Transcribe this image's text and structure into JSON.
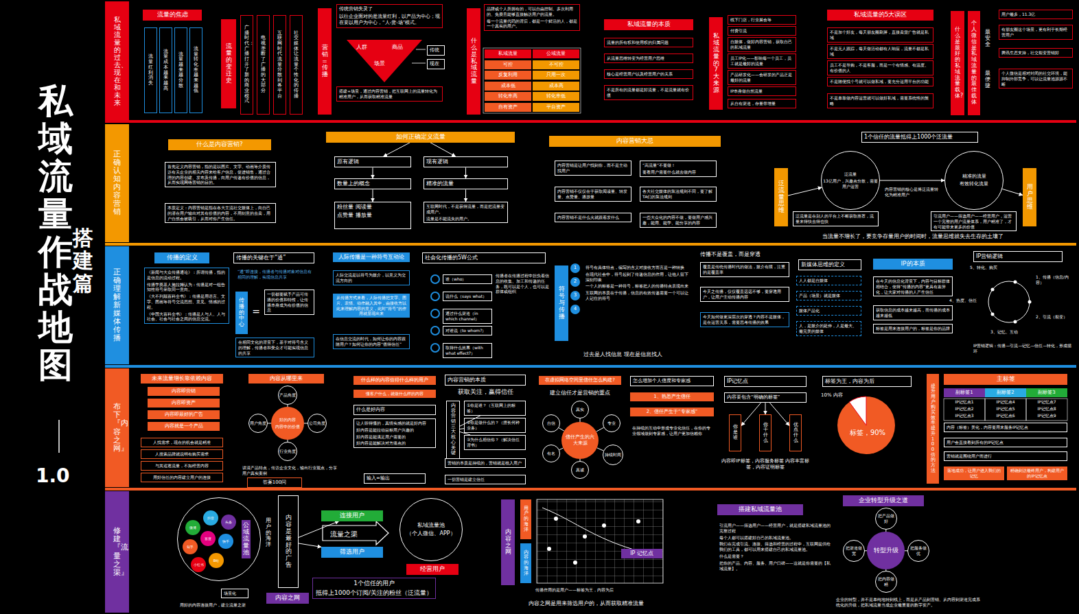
{
  "diagram": {
    "title": "私域流量作战地图",
    "nodes": [
      {
        "text": [
          "私域流量的过去、现在和未来"
        ]
      },
      {
        "text": [
          "流量的焦虑"
        ]
      },
      {
        "text": [
          "流量红利消失"
        ]
      },
      {
        "text": [
          "流量成本越来越高"
        ]
      },
      {
        "text": [
          "流量越来越分散"
        ]
      },
      {
        "text": [
          "流量转化率越来越低"
        ]
      },
      {
        "text": [
          "流量的变迁史"
        ]
      },
      {
        "text": [
          "广播时代：广播打开了新的商业模式"
        ]
      },
      {
        "text": [
          "电视垄断了广播的大部分"
        ]
      },
      {
        "text": [
          "互联网时代流量分散到各平台"
        ]
      },
      {
        "text": [
          "社交媒体让流量个性化的传播"
        ]
      },
      {
        "text": [
          "营销=传播"
        ]
      },
      {
        "text": [
          "传统营销失灵了",
          "以往企业面对的是流量红利，以产品为中心；现在要以用户为中心，“人-货-场”模式。"
        ]
      },
      {
        "text": [
          "人群",
          "商品",
          "场景"
        ]
      },
      {
        "text": [
          "传统"
        ]
      },
      {
        "text": [
          "现在"
        ]
      },
      {
        "text": [
          "搭建+场景，通过内容营销，把互联网上的流量转化为精准用户，从而获取精准流量"
        ]
      },
      {
        "text": [
          "什么是私域流量"
        ]
      },
      {
        "text": [
          "品牌或个人所拥有的，可以自由控制、多次利用的、免费且能够直接触达用户的流量。",
          "每一个流量代码的背后，都是一个鲜活的人，都是一个真实的用户。"
        ]
      },
      {
        "text": [
          "私域流量的本质"
        ]
      },
      {
        "text": [
          "流量的所有权和使用权的归属问题"
        ]
      },
      {
        "text": [
          "从流量思维转变为经营用户思维"
        ]
      },
      {
        "text": [
          "核心是经营用户以及经营用户的关系"
        ]
      },
      {
        "text": [
          "不是所有的流量都是好流量，不是流量就有价值"
        ]
      },
      {
        "text": [
          "私域流量的7大来源"
        ]
      },
      {
        "text": [
          "线下门店，行业展会等"
        ]
      },
      {
        "text": [
          "付费引流"
        ]
      },
      {
        "text": [
          "自媒体，做好内容营销，获取自己的私域流量"
        ]
      },
      {
        "text": [
          "员工IP化——影响每一个员工，员工就是最好的流量"
        ]
      },
      {
        "text": [
          "产品研发化——会研发的产品正是最好的流量"
        ]
      },
      {
        "text": [
          "IP本身做自然流量"
        ]
      },
      {
        "text": [
          "从自有渠道，存量带增量"
        ]
      },
      {
        "text": [
          "私域流量的5大误区"
        ]
      },
      {
        "text": [
          "不是加个好友，每天朋友圈刷屏，直接卖货广告就是私域"
        ]
      },
      {
        "text": [
          "不是无人跟踪，每天做活动都有人响应，流量不都是私域"
        ]
      },
      {
        "text": [
          "员工不是导购，不是客服，而是一个有情感、有温度、有价值的人"
        ]
      },
      {
        "text": [
          "不是随便找个号就可以做私域，要充分运用平台的功能"
        ]
      },
      {
        "text": [
          "不是单靠做内容运营就可以做好私域，需要系统性的策略"
        ]
      },
      {
        "text": [
          "什么是最好的私域流量载体?"
        ]
      },
      {
        "text": [
          "个人微信是私域流量的最佳载体"
        ]
      },
      {
        "text": [
          "最安全"
        ]
      },
      {
        "text": [
          "最便捷"
        ]
      },
      {
        "text": [
          "用户最多，11.3亿"
        ]
      },
      {
        "text": [
          "有朋友圈这个场景，更有利于长期经营用户"
        ]
      },
      {
        "text": [
          "腾讯生态支持，社交裂变营销好"
        ]
      },
      {
        "text": [
          "个人微信是相对封闭的社交环境，能抑制外部竞争，可以让流量池源源不断"
        ]
      },
      {
        "text": [
          "正确认知内容营销"
        ]
      },
      {
        "text": [
          "什么是内容营销?"
        ]
      },
      {
        "text": [
          "首先定义内容营销，指的是以图片、文字、动画等介质传达有关企业的相关内容来给客户信息，促进销售，通过合理的内容创建、发布及传播，向用户传递有价值的信息，从而实现网络营销的目的。"
        ]
      },
      {
        "text": [
          "本质定义：内容营销是指在各大主流社交媒体上，向自己的潜在用户输出对其有价值的内容，不用刻意的去卖，用户自然会被吸引，从而对你产生信任。"
        ]
      },
      {
        "text": [
          "如何正确定义流量"
        ]
      },
      {
        "text": [
          "原有逻辑"
        ]
      },
      {
        "text": [
          "现有逻辑"
        ]
      },
      {
        "text": [
          "数量上的概念"
        ]
      },
      {
        "text": [
          "精准的流量"
        ]
      },
      {
        "text": [
          "粉丝量 阅读量",
          "点赞量 播放量"
        ]
      },
      {
        "text": [
          "互联网时代，不是获得流量，而是把流量变成用户。",
          "流量是不能流失的用户。"
        ]
      },
      {
        "text": [
          "内容营销大忌"
        ]
      },
      {
        "text": [
          "内容营销是让用户找到你，而不是主动找用户"
        ]
      },
      {
        "text": [
          "“高流量”不要做！",
          "要看用户需要什么就去做内容"
        ]
      },
      {
        "text": [
          "内容营销不仅仅在于获取阅读量、转发量、点赞量、播放量"
        ]
      },
      {
        "text": [
          "各大社交媒体的算法规则不同，要了解TA们的算法规则"
        ]
      },
      {
        "text": [
          "内容营销不是什么火就跟着发什么"
        ]
      },
      {
        "text": [
          "一些大众化的内容不做，要做用户感兴趣，能用、能学、能分享的内容"
        ]
      },
      {
        "text": [
          "1个信任的流量抵得上1000个泛流量"
        ]
      },
      {
        "text": [
          "泛流量",
          "13亿用户，兴趣点分散，需要用户运营"
        ]
      },
      {
        "text": [
          "精准的流量",
          "有效转化流量"
        ]
      },
      {
        "text": [
          "内容营销的核心是将泛流量转化为精准用户"
        ]
      },
      {
        "text": [
          "泛流量思维"
        ]
      },
      {
        "text": [
          "用户思维"
        ]
      },
      {
        "text": [
          "泛流量是在别人的平台上不断获取推荐，流量来得快去得也快"
        ]
      },
      {
        "text": [
          "引流用户——筛选用户——经营用户，运营一个完整的用户流量体系，用户精准了，才有可能带来更多的价值"
        ]
      },
      {
        "text": [
          "正确理解新媒体传播"
        ]
      },
      {
        "text": [
          "传播的定义"
        ]
      },
      {
        "text": [
          "《新闻与大众传播通论》：所谓传播，指的是信息的流动过程。",
          "传播学奠基人施拉姆认为：传播是对一组告知性符号采取同一意向。",
          "《大不列颠百科全书》：传播是用语言、文字、图画等符号交流思想、意见、情感的过程。",
          "《中国大百科全书》：传播是人与人、人与社会、社会与社会之间的信息交流。"
        ]
      },
      {
        "text": [
          "传播的关键在于“通”"
        ]
      },
      {
        "text": [
          "“通”即连接，传播者与传播对象对信息有相同的理解，实现信息共享"
        ]
      },
      {
        "text": [
          "传播的中心"
        ]
      },
      {
        "text": [
          "一切都要赋予产品可传播的价值和特性，让传播本身成为有价值的信息"
        ]
      },
      {
        "text": [
          "在相同文化的背景下，基于对符号含义的理解，传播者和受众才可能实现信息的共享"
        ]
      },
      {
        "text": [
          "人际传播是一种符号互动论"
        ]
      },
      {
        "text": [
          "人际交流是以符号为媒介，以意义为交流方向的"
        ]
      },
      {
        "text": [
          "从传播方式来看，人际传播把文字、图片、表情、动作融入其中，由接收方以此来理解内容的意义，此时“符号”的作用就显现出来"
        ]
      },
      {
        "text": [
          "在信息交流的时代，如何让你的内容跟随用户？如何让你的内容“值得信任”"
        ]
      },
      {
        "text": [
          "社会化传播的5W公式"
        ]
      },
      {
        "text": [
          "谁（who）"
        ]
      },
      {
        "text": [
          "说什么（says what）"
        ]
      },
      {
        "text": [
          "通过什么渠道（in which channel）"
        ]
      },
      {
        "text": [
          "对谁说（to whom?）"
        ]
      },
      {
        "text": [
          "取得什么效果（with what effect?）"
        ]
      },
      {
        "text": [
          "符号与传播"
        ]
      },
      {
        "text": [
          "符号有具体特点，编写的含义对接收方而言是一种转换",
          "在现代社会中，符号起到了传递信息的作用，让他人留下深刻印象",
          "一个人的标签是一种符号，标签把人的传播特点表现出来",
          "互联网的本质在于传播，信息的有效传递需要一个可以让人记住的符号"
        ]
      },
      {
        "text": [
          "覆盖是传统传播时代的做法，媒介有限，注重的是覆盖率"
        ]
      },
      {
        "text": [
          "今天之传播，仅仅覆盖远远不够，要穿透用户，让用户主动传播内容"
        ]
      },
      {
        "text": [
          "今天如何做更深层次的穿透？内容不是媒体，是在运营关系，需要思考传播的效果"
        ]
      },
      {
        "text": [
          "新媒体思维的定义"
        ]
      },
      {
        "text": [
          "人人都是自媒体"
        ]
      },
      {
        "text": [
          "产品（场景）就是媒体"
        ]
      },
      {
        "text": [
          "媒体产品化"
        ]
      },
      {
        "text": [
          "人，是媒介的延伸，人是最大、最完美的媒体"
        ]
      },
      {
        "text": [
          "IP的本质"
        ]
      },
      {
        "text": [
          "在今天的信息化背景下，内容与目标群体相结合，使得“传播的内容”更具有差异化，让大家对传播的人产生信任"
        ]
      },
      {
        "text": [
          "获取信息的成本越来越高，而传播的成本越来越低"
        ]
      },
      {
        "text": [
          "标签是用来连接用户的，标签是你的品牌"
        ]
      },
      {
        "text": [
          "IP营销逻辑"
        ]
      },
      {
        "text": [
          "1、传播（信息/内容）"
        ]
      },
      {
        "text": [
          "2、引流（裂变）"
        ]
      },
      {
        "text": [
          "3、记忆、互动"
        ]
      },
      {
        "text": [
          "4、热度、信任"
        ]
      },
      {
        "text": [
          "5、转化、购买"
        ]
      },
      {
        "text": [
          "布下『内容之网』"
        ]
      },
      {
        "text": [
          "未来流量增长靠依赖内容"
        ]
      },
      {
        "text": [
          "内容即营销"
        ]
      },
      {
        "text": [
          "内容即资产"
        ]
      },
      {
        "text": [
          "内容即最好的广告"
        ]
      },
      {
        "text": [
          "内容就是一个产品"
        ]
      },
      {
        "text": [
          "人找需求，现在的机会就是精准"
        ]
      },
      {
        "text": [
          "人搜索品牌就说明有购买需求"
        ]
      },
      {
        "text": [
          "与其追逐流量，不如经营内容"
        ]
      },
      {
        "text": [
          "用好信任的内容建立用户的连接"
        ]
      },
      {
        "text": [
          "内容从哪里来"
        ]
      },
      {
        "text": [
          "好的内容",
          "内容中的价值"
        ]
      },
      {
        "text": [
          "产品角度"
        ]
      },
      {
        "text": [
          "公司角度"
        ]
      },
      {
        "text": [
          "行业角度"
        ]
      },
      {
        "text": [
          "用户角度"
        ]
      },
      {
        "text": [
          "讲清产品特点，传达企业文化，输出行业观点，分享用户真实案例"
        ]
      },
      {
        "text": [
          "答案100问"
        ]
      },
      {
        "text": [
          "什么样的内容值得什么样的用户"
        ]
      },
      {
        "text": [
          "懂客户什么，就做什么样的内容"
        ]
      },
      {
        "text": [
          "什么是好内容"
        ]
      },
      {
        "text": [
          "让人听得懂的，真情实感的就是好内容",
          "好内容是能拉动目标用户兴趣的",
          "好内容是能满足用户需要的",
          "好内容是能解决对方痛点的"
        ]
      },
      {
        "text": [
          "输入=输出"
        ]
      },
      {
        "text": [
          "内容营销的本质"
        ]
      },
      {
        "text": [
          "内容营销三大核心关键"
        ]
      },
      {
        "text": [
          "①你是谁？（互联网上的标签）"
        ]
      },
      {
        "text": [
          "②你是做什么的？（擅长何种业务）"
        ]
      },
      {
        "text": [
          "③为什么相信你？（解决信任背书）"
        ]
      },
      {
        "text": [
          "营销的本质是持续的，营销就是植入用户"
        ]
      },
      {
        "text": [
          "一切营销是建立信任"
        ]
      },
      {
        "text": [
          "在虚拟网络空间里信任怎么构建?"
        ]
      },
      {
        "text": [
          "信任产生的六大来源"
        ]
      },
      {
        "text": [
          "真实"
        ]
      },
      {
        "text": [
          "专业"
        ]
      },
      {
        "text": [
          "持续时间"
        ]
      },
      {
        "text": [
          "真诚"
        ]
      },
      {
        "text": [
          "有名"
        ]
      },
      {
        "text": [
          "自信"
        ]
      },
      {
        "text": [
          "怎么增加个人信度和专家感"
        ]
      },
      {
        "text": [
          "1、熟悉产生信任"
        ]
      },
      {
        "text": [
          "2、信任产生于“专家感”"
        ]
      },
      {
        "text": [
          "在持续的互动中形成专业化信任，在你的专业领域做到专家感，让用户更加信赖你"
        ]
      },
      {
        "text": [
          "IP记忆点"
        ]
      },
      {
        "text": [
          "内容要包含“明确的标签”"
        ]
      },
      {
        "text": [
          "你是谁"
        ]
      },
      {
        "text": [
          "你干什么"
        ]
      },
      {
        "text": [
          "优点什么"
        ]
      },
      {
        "text": [
          "标签为王，内容为后"
        ]
      },
      {
        "text": [
          "提升用户购买效率提升100倍的方法"
        ]
      },
      {
        "text": [
          "主标签"
        ]
      },
      {
        "text": [
          "副标签1"
        ]
      },
      {
        "text": [
          "副标签2"
        ]
      },
      {
        "text": [
          "副标签3"
        ]
      },
      {
        "text": [
          "内容（标签）美化，内容要用来服务IP记忆点"
        ]
      },
      {
        "text": [
          "用户会直接看到所有的IP记忆点"
        ]
      },
      {
        "text": [
          "营销就是围绕用户而进行"
        ]
      },
      {
        "text": [
          "落地成功，让用户进入我们的记忆"
        ]
      },
      {
        "text": [
          "精确到达最终用户，构建用户的IP记忆点"
        ]
      },
      {
        "text": [
          "修建『流量之渠』"
        ]
      },
      {
        "text": [
          "公域流量池"
        ]
      },
      {
        "text": [
          "微博"
        ],
        "in": 169
      },
      {
        "text": [
          "抖音"
        ],
        "in": 169
      },
      {
        "text": [
          "头条"
        ],
        "in": 169
      },
      {
        "text": [
          "知乎"
        ],
        "in": 169
      },
      {
        "text": [
          "百度"
        ],
        "in": 169
      },
      {
        "text": [
          "快手"
        ],
        "in": 169
      },
      {
        "text": [
          "小红书"
        ],
        "in": 169
      },
      {
        "text": [
          "B站"
        ],
        "in": 169
      },
      {
        "text": [
          "用户的海洋"
        ]
      },
      {
        "text": [
          "内容是最好的广告"
        ]
      },
      {
        "text": [
          "连接用户"
        ]
      },
      {
        "text": [
          "流量之渠"
        ]
      },
      {
        "text": [
          "筛选用户"
        ]
      },
      {
        "text": [
          "私域流量池",
          "（个人微信、APP）"
        ]
      },
      {
        "text": [
          "经营用户"
        ]
      },
      {
        "text": [
          "1个信任的用户",
          "抵得上1000个订阅/关注的粉丝（泛流量）"
        ]
      },
      {
        "text": [
          "内容之网"
        ]
      },
      {
        "text": [
          "场景化"
        ]
      },
      {
        "text": [
          "内容之网"
        ]
      },
      {
        "text": [
          "用户的海洋"
        ]
      },
      {
        "text": [
          "内容的海洋"
        ]
      },
      {
        "text": [
          "IP 记忆点"
        ]
      },
      {
        "text": [
          "搭建私域流量池"
        ]
      },
      {
        "text": [
          "引流用户——筛选用户——经营用户，就是搭建私域流量池的完整过程",
          "每个人都可以搭建好自己的私域流量池。",
          "我们在完成引流、连接、筛选和经营的过程中，互联网提供给我们的工具，都可以用来搭建自己的私域流量池。",
          "什么是需要？",
          "把你的产品、内容、服务、用户口碑——这就是你需要的【私域流量】。"
        ]
      },
      {
        "text": [
          "企业转型升级之道"
        ]
      },
      {
        "text": [
          "转型升级"
        ]
      },
      {
        "text": [
          "把产品做好"
        ]
      },
      {
        "text": [
          "把服务做优"
        ]
      },
      {
        "text": [
          "把内容做精"
        ]
      },
      {
        "text": [
          "把渠道做宽"
        ]
      },
      {
        "text": [
          "企业的转型，并不是单纯地转到线上，而是从产品到营销、从内容到渠道完成系统化的升级，把私域流量当成企业最重要的数字资产。"
        ]
      }
    ],
    "edges": [
      {
        "from": 50,
        "to": 51,
        "arrow": "to"
      },
      {
        "from": 50,
        "to": 52,
        "arrow": "to"
      },
      {
        "from": 51,
        "to": 53,
        "arrow": "to"
      },
      {
        "from": 52,
        "to": 54,
        "arrow": "to"
      },
      {
        "from": 53,
        "to": 55,
        "arrow": "to"
      },
      {
        "from": 54,
        "to": 56,
        "arrow": "to"
      },
      {
        "from": 65,
        "to": 66,
        "arrow": "to"
      },
      {
        "from": 68,
        "to": 65,
        "arrow": "to"
      },
      {
        "from": 66,
        "to": 69,
        "arrow": "to"
      },
      {
        "from": 122,
        "to": 121,
        "arrow": "none"
      },
      {
        "from": 123,
        "to": 121,
        "arrow": "none"
      },
      {
        "from": 124,
        "to": 121,
        "arrow": "none"
      },
      {
        "from": 125,
        "to": 121,
        "arrow": "none"
      },
      {
        "from": 134,
        "to": 135,
        "arrow": "none"
      },
      {
        "from": 134,
        "to": 136,
        "arrow": "none"
      },
      {
        "from": 134,
        "to": 137,
        "arrow": "none"
      },
      {
        "from": 142,
        "to": 141,
        "arrow": "none"
      },
      {
        "from": 143,
        "to": 141,
        "arrow": "none"
      },
      {
        "from": 144,
        "to": 141,
        "arrow": "none"
      },
      {
        "from": 145,
        "to": 141,
        "arrow": "none"
      },
      {
        "from": 146,
        "to": 141,
        "arrow": "none"
      },
      {
        "from": 147,
        "to": 141,
        "arrow": "none"
      },
      {
        "from": 153,
        "to": 154,
        "arrow": "to"
      },
      {
        "from": 153,
        "to": 155,
        "arrow": "to"
      },
      {
        "from": 153,
        "to": 156,
        "arrow": "to"
      },
      {
        "from": 179,
        "to": 180,
        "arrow": "to"
      },
      {
        "from": 179,
        "to": 182,
        "arrow": "to"
      },
      {
        "from": 196,
        "to": 195,
        "arrow": "none"
      },
      {
        "from": 197,
        "to": 195,
        "arrow": "none"
      },
      {
        "from": 198,
        "to": 195,
        "arrow": "none"
      },
      {
        "from": 199,
        "to": 195,
        "arrow": "none"
      }
    ],
    "labels": [
      "搭建篇",
      "1.0",
      "私域流量",
      "公域流量",
      "可控",
      "不可控",
      "反复利用",
      "只用一次",
      "成本低",
      "成本高",
      "转化率高",
      "转化率低",
      "自有资产",
      "平台资产",
      "=",
      "传播者在传播过程中担负着信息的收集、加工和传递的任务，既可以是个人，也可以是群体或组织",
      "1",
      "2",
      "3",
      "4",
      "过去是人找信息 现在是信息找人",
      "传播不是覆盖，而是穿透",
      "获取关注，赢得信任",
      "建立信任才是营销的重点",
      "IP记忆点1",
      "IP记忆点2",
      "IP记忆点3",
      "IP记忆点4",
      "IP记忆点5",
      "IP记忆点6",
      "IP记忆点7",
      "IP记忆点8",
      "IP记忆点9",
      "10% 内容",
      "标签，90%",
      "内容即IP标签，内容服务标签 内容丰富标签，内容证明标签",
      "当流量不增长了，要竞争存量用户的时间时，流量思维就失去生存的土壤了",
      "用好的内容连接用户，建立流量之渠",
      "传播作用的是用户——标签为王，内容为后",
      "内容之网是用来筛选用户的，从而获取精准流量",
      "IP营销逻辑：传播—引流—记忆—信任—转化，形成循环"
    ]
  }
}
